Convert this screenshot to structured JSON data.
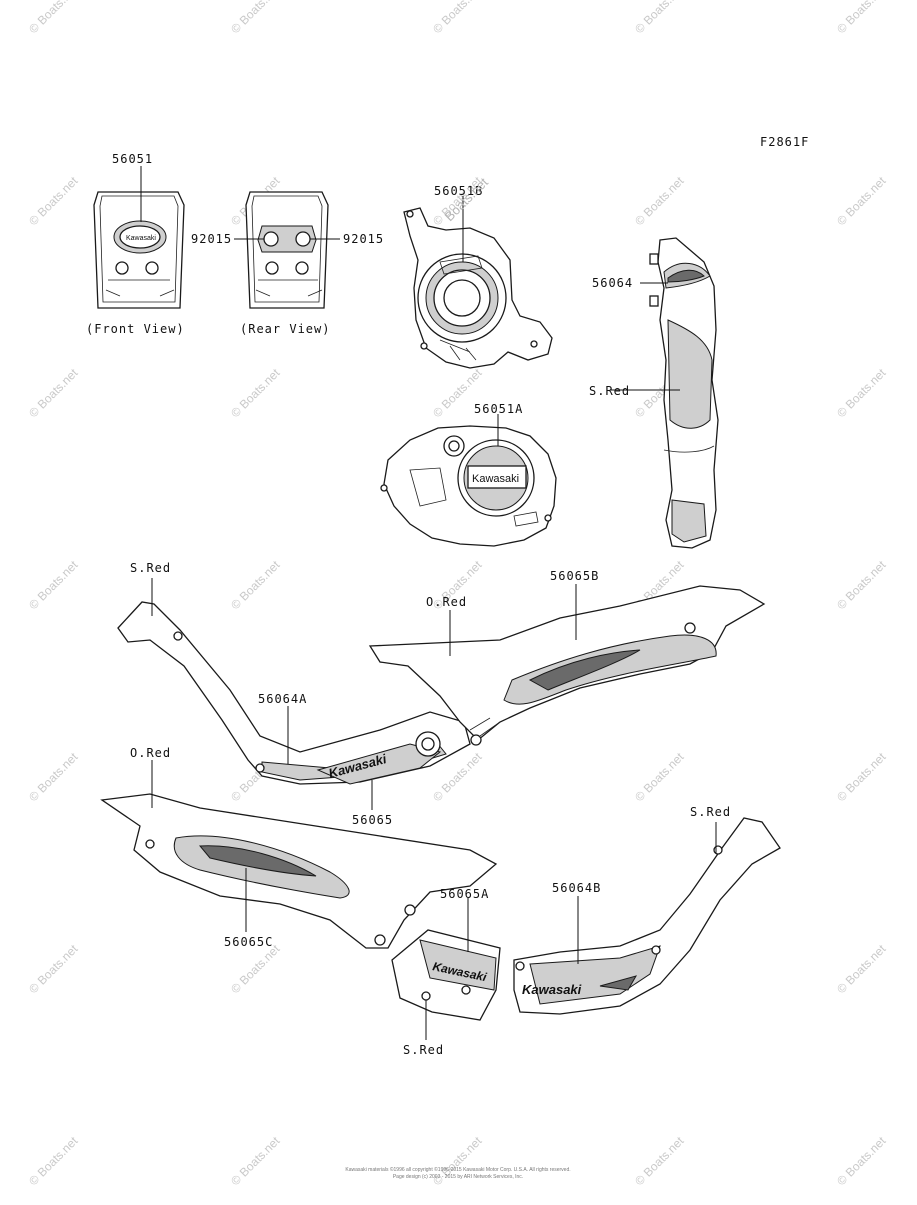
{
  "figure_code": "F2861F",
  "watermark": "© Boats.net",
  "watermark_diag": "Boats.net",
  "views": {
    "front": "(Front View)",
    "rear": "(Rear View)"
  },
  "callouts": {
    "c56051": "56051",
    "c92015_left": "92015",
    "c92015_right": "92015",
    "c56051B": "56051B",
    "c56064": "56064",
    "c_sred_tank": "S.Red",
    "c56051A": "56051A",
    "c_sred_frame": "S.Red",
    "c56065B": "56065B",
    "c_ored_top": "O.Red",
    "c56064A": "56064A",
    "c56065": "56065",
    "c_ored_left": "O.Red",
    "c_sred_right": "S.Red",
    "c56065A": "56065A",
    "c56064B": "56064B",
    "c56065C": "56065C",
    "c_sred_bottom": "S.Red"
  },
  "decal_text": {
    "brand": "Kawasaki"
  },
  "footer": {
    "line1": "Kawasaki materials ©1996 all copyright ©1996-2015 Kawasaki Motor Corp. U.S.A. All rights reserved.",
    "line2": "Page design (c) 2003 - 2015 by ARI Network Services, Inc."
  }
}
